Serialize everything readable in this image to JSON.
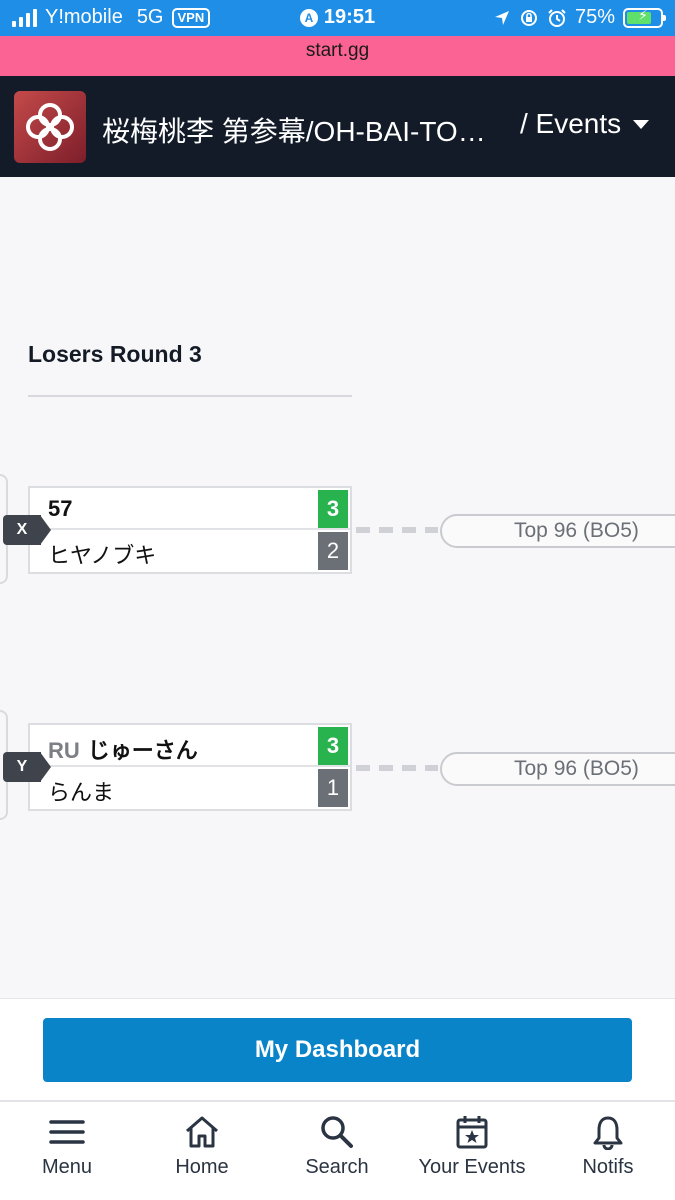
{
  "status_bar": {
    "carrier": "Y!mobile",
    "network": "5G",
    "vpn": "VPN",
    "location_badge": "A",
    "time": "19:51",
    "battery": "75%",
    "battery_level": 0.75
  },
  "browser": {
    "url": "start.gg"
  },
  "header": {
    "title": "桜梅桃李 第参幕/OH-BAI-TO…",
    "events_label": "/ Events"
  },
  "bracket": {
    "round_title": "Losers Round 3",
    "matches": [
      {
        "id": "X",
        "players": [
          {
            "prefix": "",
            "name": "57",
            "score": "3",
            "winner": true
          },
          {
            "prefix": "",
            "name": "ヒヤノブキ",
            "score": "2",
            "winner": false
          }
        ],
        "next": "Top 96 (BO5)"
      },
      {
        "id": "Y",
        "players": [
          {
            "prefix": "RU",
            "name": "じゅーさん",
            "score": "3",
            "winner": true
          },
          {
            "prefix": "",
            "name": "らんま",
            "score": "1",
            "winner": false
          }
        ],
        "next": "Top 96 (BO5)"
      }
    ]
  },
  "dashboard": {
    "label": "My Dashboard"
  },
  "nav": [
    {
      "label": "Menu",
      "icon": "menu-icon"
    },
    {
      "label": "Home",
      "icon": "home-icon"
    },
    {
      "label": "Search",
      "icon": "search-icon"
    },
    {
      "label": "Your Events",
      "icon": "calendar-star-icon"
    },
    {
      "label": "Notifs",
      "icon": "bell-icon"
    }
  ],
  "colors": {
    "status_bar": "#1f8ee6",
    "url_bar": "#fb6394",
    "header": "#131b29",
    "winner_score": "#28b34e",
    "loser_score": "#6b6f76",
    "dashboard_button": "#0a84c9"
  }
}
